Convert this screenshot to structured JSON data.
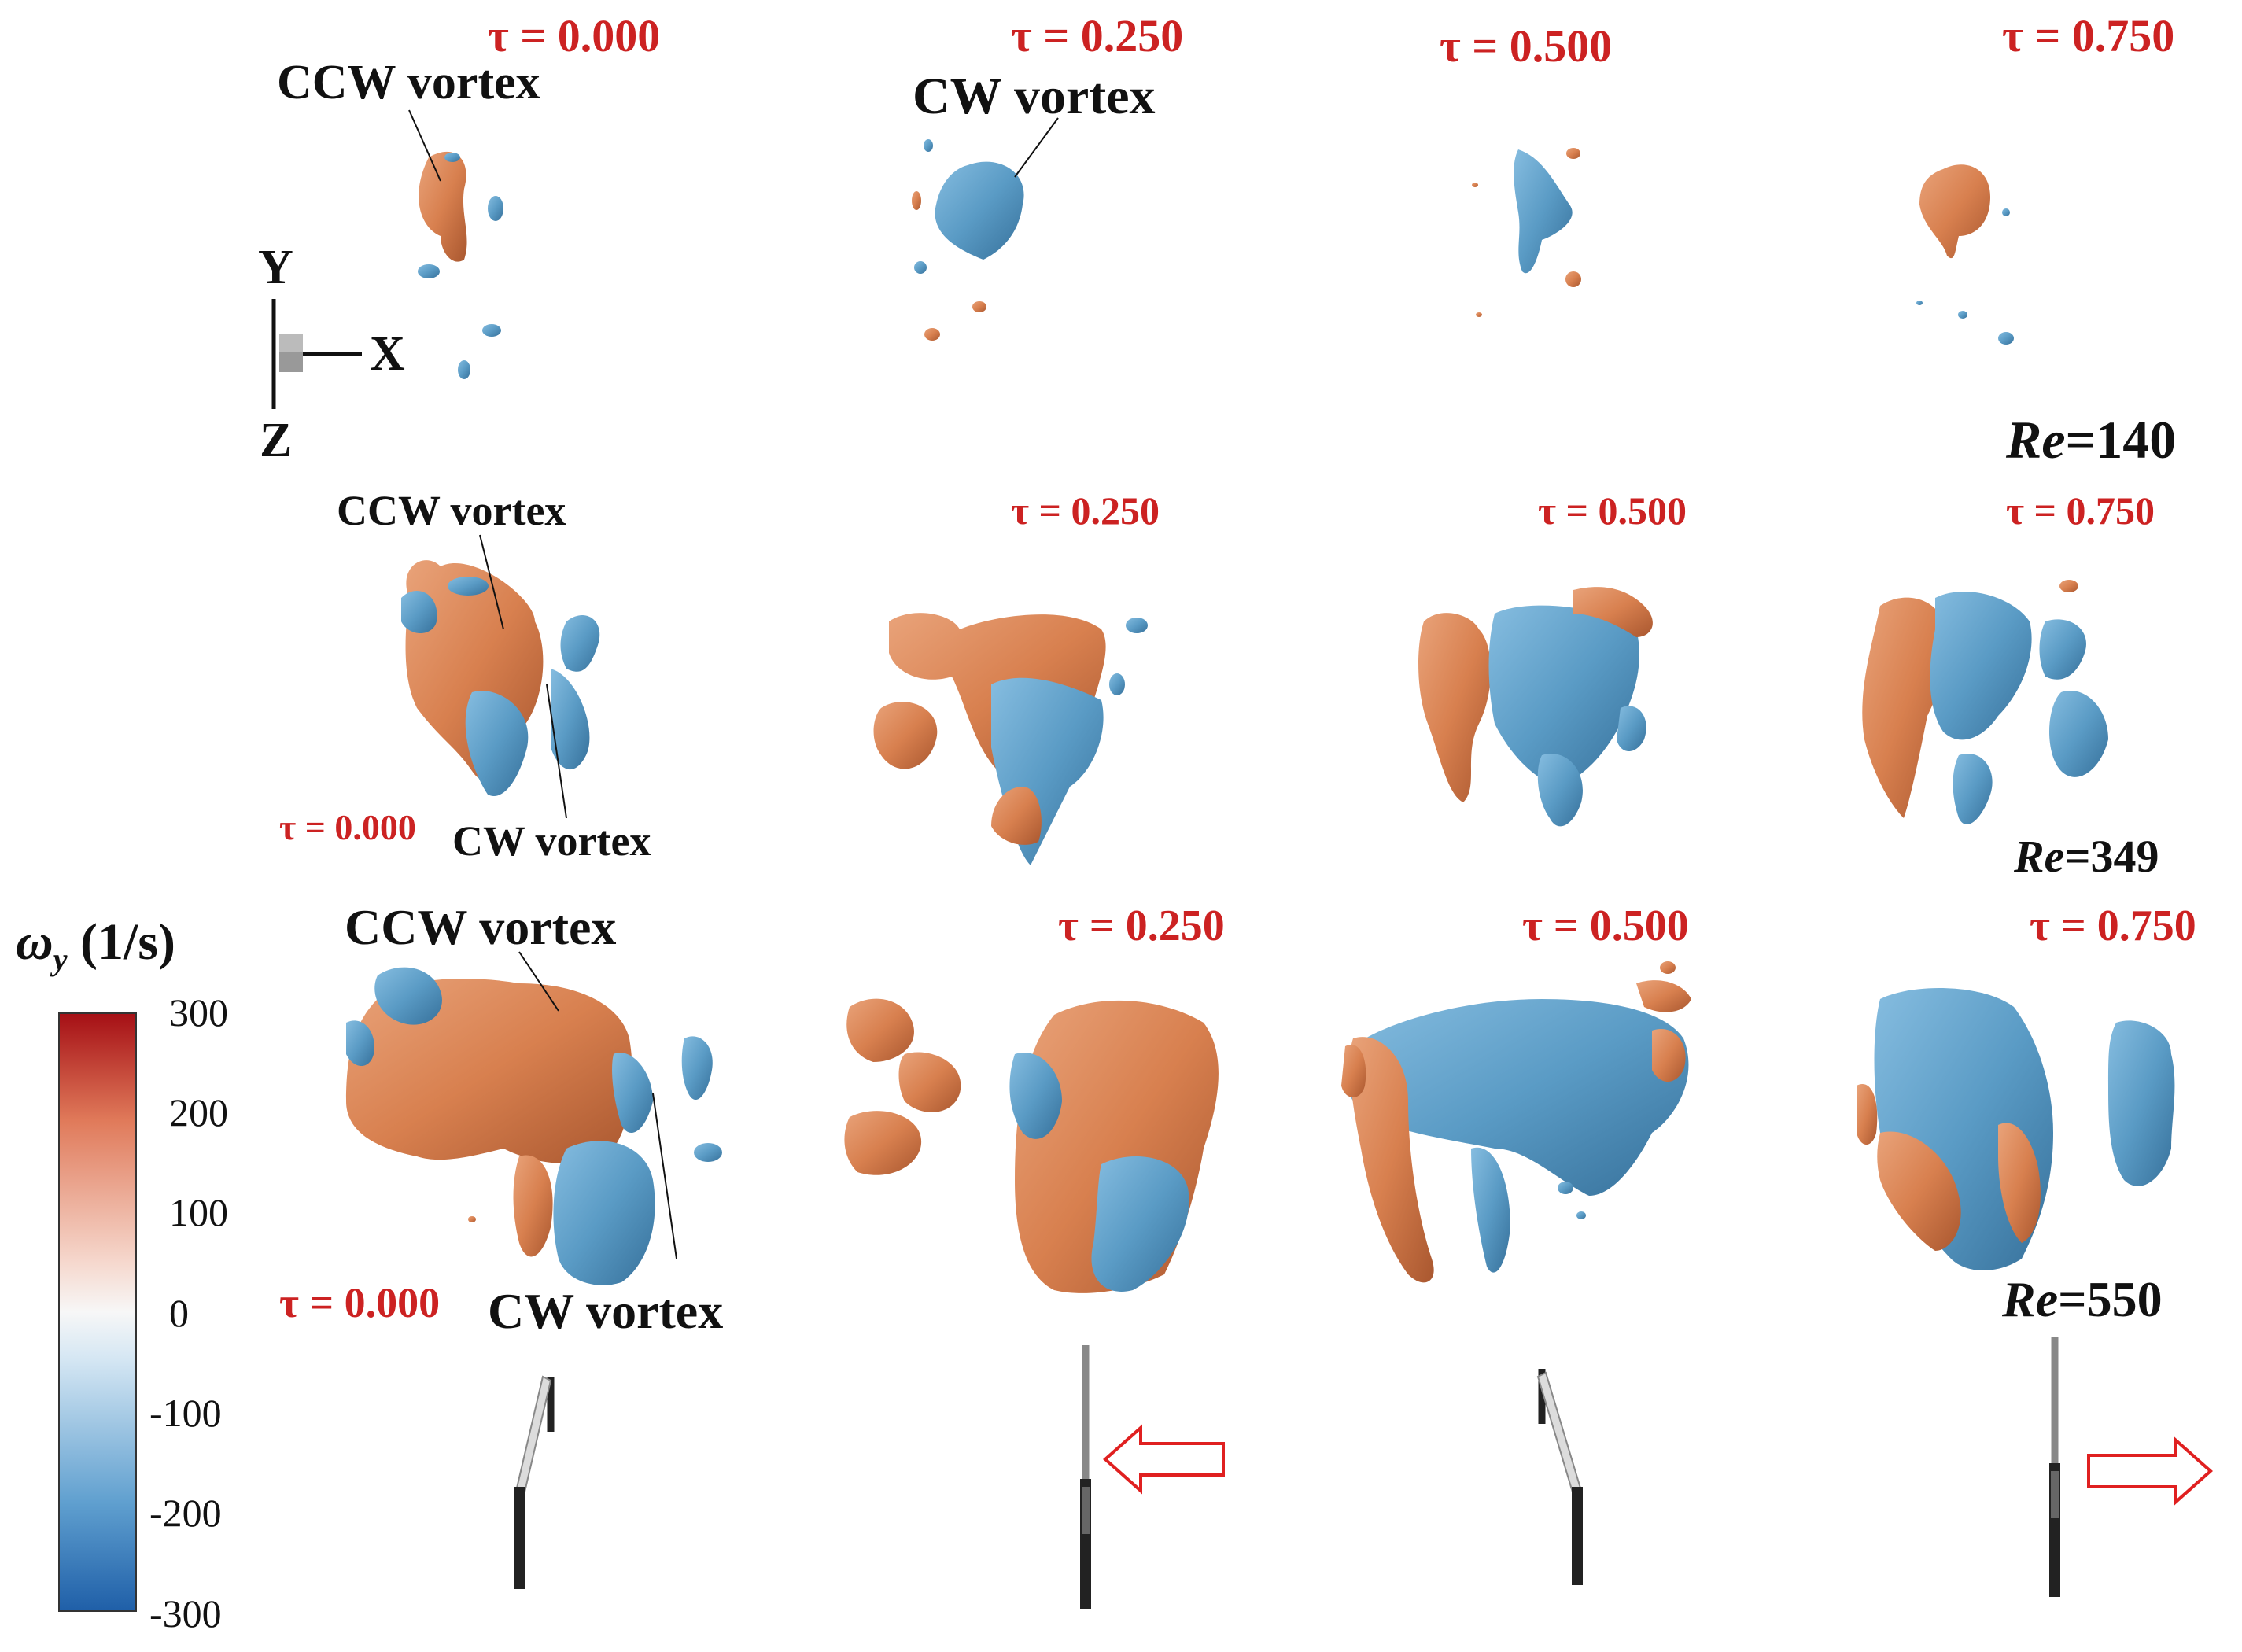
{
  "rows": [
    {
      "re_label": "=140",
      "re_symbol": "Re",
      "tau": [
        "τ = 0.000",
        "τ = 0.250",
        "τ = 0.500",
        "τ = 0.750"
      ],
      "annotations": [
        "CCW vortex",
        "CW vortex"
      ]
    },
    {
      "re_label": "=349",
      "re_symbol": "Re",
      "tau": [
        "τ = 0.000",
        "τ = 0.250",
        "τ = 0.500",
        "τ = 0.750"
      ],
      "annotations": [
        "CCW vortex",
        "CW vortex"
      ]
    },
    {
      "re_label": "=550",
      "re_symbol": "Re",
      "tau": [
        "τ = 0.000",
        "τ = 0.250",
        "τ = 0.500",
        "τ = 0.750"
      ],
      "annotations": [
        "CCW vortex",
        "CW vortex"
      ]
    }
  ],
  "axes": {
    "y": "Y",
    "x": "X",
    "z": "Z"
  },
  "colorbar": {
    "symbol": "ω",
    "subscript": "y",
    "unit": "(1/s)",
    "ticks": [
      "300",
      "200",
      "100",
      "0",
      "-100",
      "-200",
      "-300"
    ],
    "colors": {
      "max": "#b2182b",
      "mid": "#f7f7f7",
      "min": "#2166ac"
    }
  },
  "colors": {
    "ccw": "#d98557",
    "ccw_dark": "#b8653c",
    "cw": "#5b9ec7",
    "cw_dark": "#3f7fa8",
    "tau_text": "#cc2222",
    "arrow": "#e02020"
  }
}
